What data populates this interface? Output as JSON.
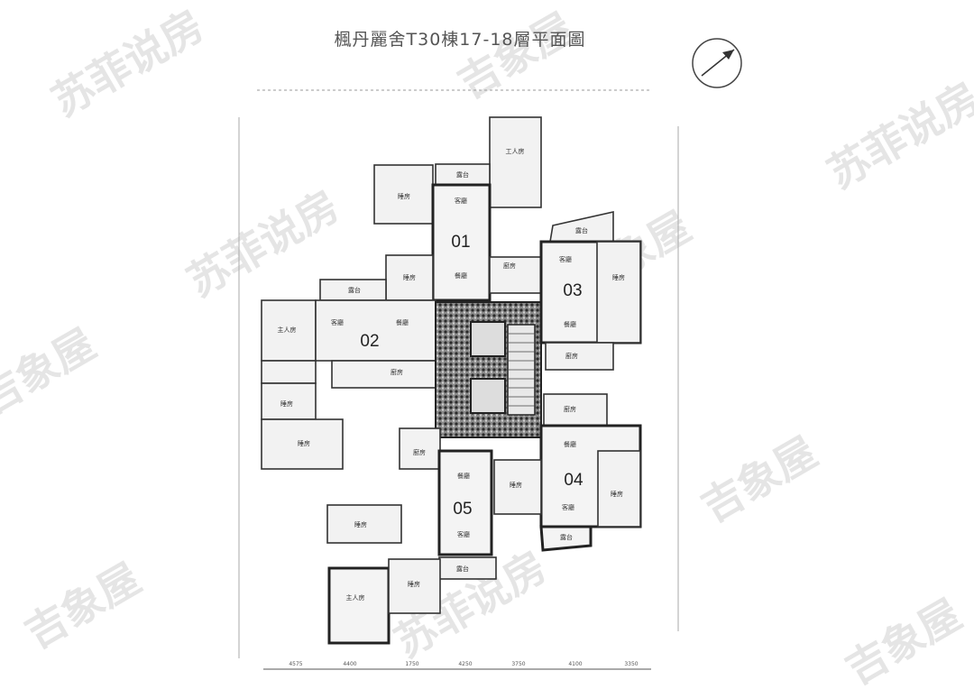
{
  "title": "楓丹麗舍T30棟17-18層平面圖",
  "compass": {
    "icon": "north-arrow-icon"
  },
  "units": [
    "01",
    "02",
    "03",
    "04",
    "05"
  ],
  "room_labels": {
    "master": "主人房",
    "bedroom": "睡房",
    "living": "客廳",
    "dining": "餐廳",
    "kitchen": "廚房",
    "maid": "工人房",
    "balcony": "露台"
  },
  "dimensions_bottom": [
    "4575",
    "4400",
    "1750",
    "4250",
    "3750",
    "4100",
    "3350"
  ],
  "watermarks": [
    "苏菲说房",
    "吉象屋"
  ],
  "colors": {
    "wall": "#222222",
    "core": "#555555",
    "watermark": "#d0d0d0"
  }
}
